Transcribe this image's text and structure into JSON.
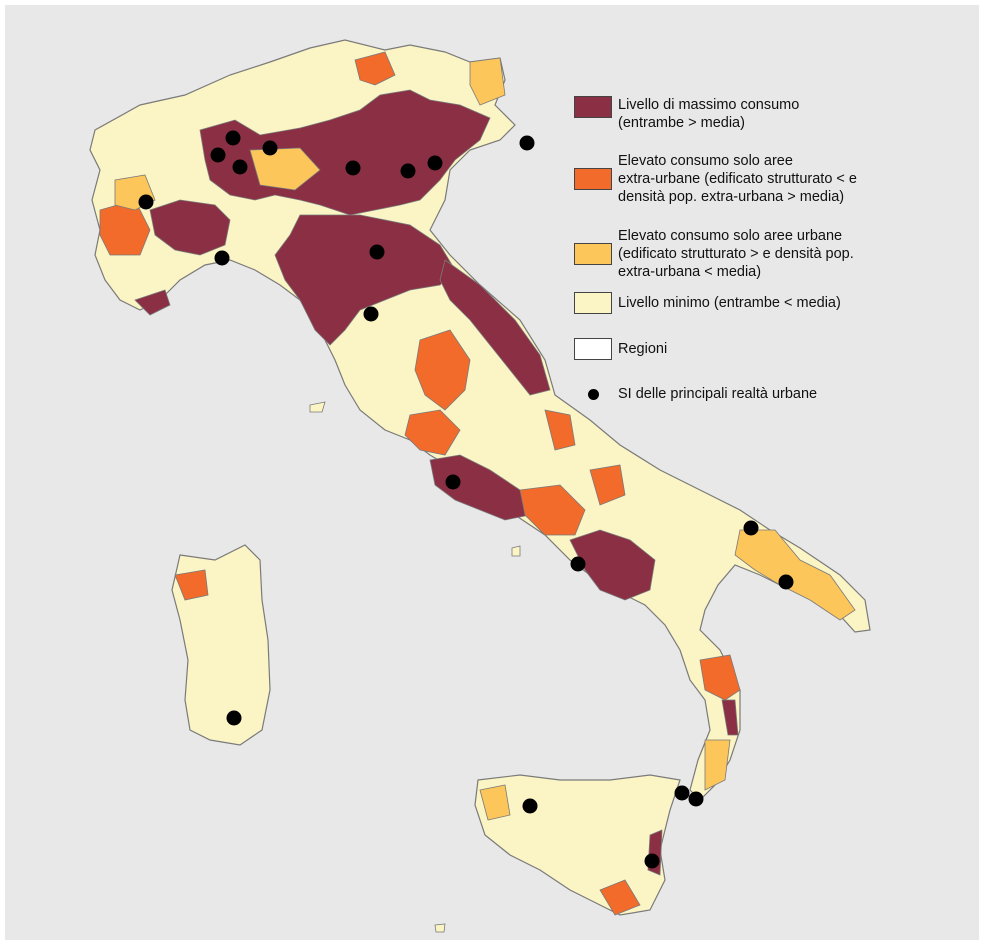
{
  "colors": {
    "background": "#e8e8e9",
    "max_consumption": "#8b2f44",
    "extra_urban": "#f26b2b",
    "urban": "#fdc65b",
    "minimum": "#fbf4c4",
    "borders": "#7a7a7a",
    "city": "#000000"
  },
  "legend": {
    "items": [
      {
        "label": "Livello di massimo consumo\n(entrambe > media)",
        "color": "#8b2f44"
      },
      {
        "label": "Elevato consumo solo aree\nextra-urbane (edificato strutturato < e\n densità pop. extra-urbana > media)",
        "color": "#f26b2b"
      },
      {
        "label": "Elevato consumo solo aree urbane\n(edificato strutturato > e densità pop.\nextra-urbana < media)",
        "color": "#fdc65b"
      },
      {
        "label": "Livello minimo (entrambe < media)",
        "color": "#fbf4c4"
      },
      {
        "label": "Regioni",
        "color": "#ffffff"
      },
      {
        "label": "SI delle principali realtà urbane",
        "symbol": "black-dot"
      }
    ]
  }
}
